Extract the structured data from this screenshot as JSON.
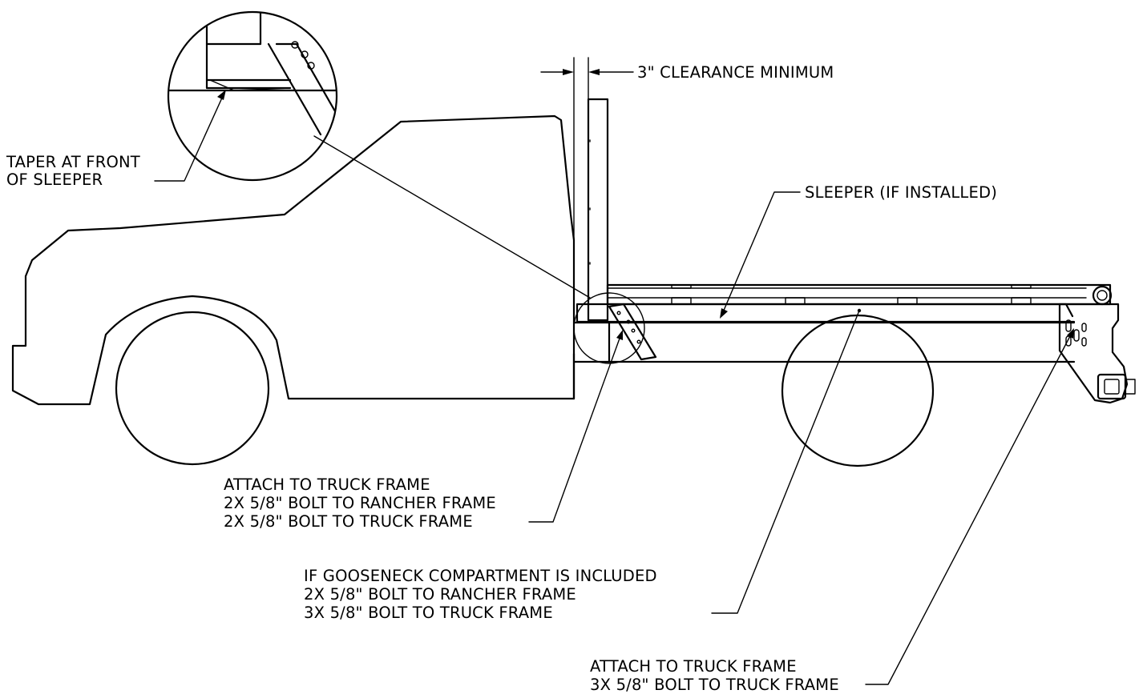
{
  "callouts": {
    "clearance": {
      "text": "3\" CLEARANCE MINIMUM"
    },
    "taper": {
      "lines": [
        "TAPER AT FRONT",
        "OF SLEEPER"
      ]
    },
    "sleeper": {
      "text": "SLEEPER (IF INSTALLED)"
    },
    "front_mount": {
      "lines": [
        "ATTACH TO TRUCK FRAME",
        "2X 5/8\" BOLT TO RANCHER FRAME",
        "2X 5/8\" BOLT TO TRUCK FRAME"
      ]
    },
    "gooseneck": {
      "lines": [
        "IF GOOSENECK COMPARTMENT IS INCLUDED",
        "2X 5/8\" BOLT TO RANCHER FRAME",
        "3X 5/8\" BOLT TO TRUCK FRAME"
      ]
    },
    "rear_mount": {
      "lines": [
        "ATTACH TO TRUCK FRAME",
        "3X 5/8\" BOLT TO TRUCK FRAME"
      ]
    }
  }
}
